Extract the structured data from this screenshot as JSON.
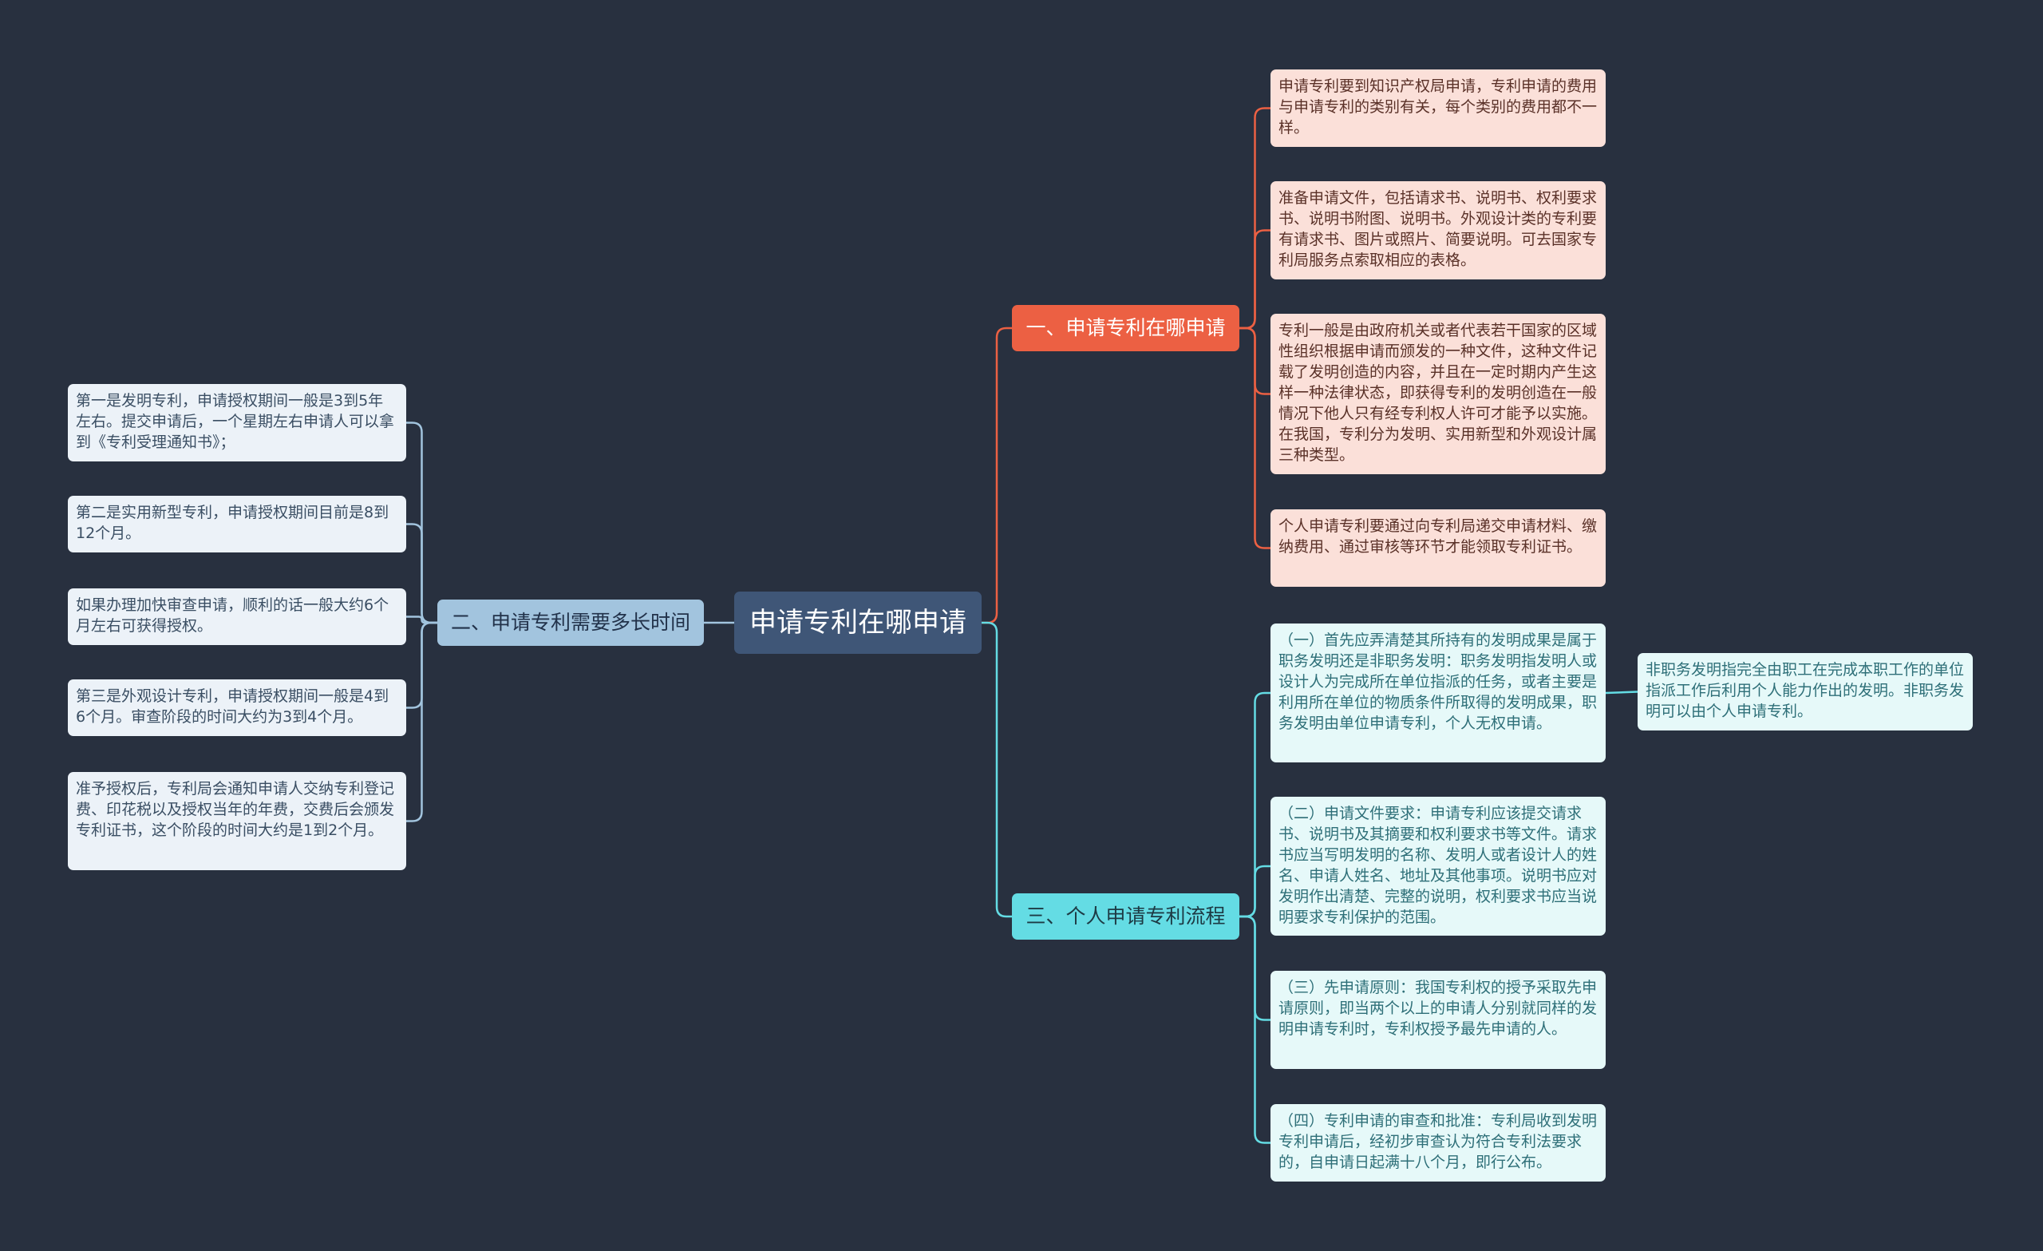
{
  "root": {
    "label": "申请专利在哪申请"
  },
  "branches": {
    "b1": {
      "label": "一、申请专利在哪申请",
      "items": [
        "申请专利要到知识产权局申请，专利申请的费用与申请专利的类别有关，每个类别的费用都不一样。",
        "准备申请文件，包括请求书、说明书、权利要求书、说明书附图、说明书。外观设计类的专利要有请求书、图片或照片、简要说明。可去国家专利局服务点索取相应的表格。",
        "专利一般是由政府机关或者代表若干国家的区域性组织根据申请而颁发的一种文件，这种文件记载了发明创造的内容，并且在一定时期内产生这样一种法律状态，即获得专利的发明创造在一般情况下他人只有经专利权人许可才能予以实施。在我国，专利分为发明、实用新型和外观设计属三种类型。",
        "个人申请专利要通过向专利局递交申请材料、缴纳费用、通过审核等环节才能领取专利证书。"
      ]
    },
    "b2": {
      "label": "二、申请专利需要多长时间",
      "items": [
        "第一是发明专利，申请授权期间一般是3到5年左右。提交申请后，一个星期左右申请人可以拿到《专利受理通知书》；",
        "第二是实用新型专利，申请授权期间目前是8到12个月。",
        "如果办理加快审查申请，顺利的话一般大约6个月左右可获得授权。",
        "第三是外观设计专利，申请授权期间一般是4到6个月。审查阶段的时间大约为3到4个月。",
        "准予授权后，专利局会通知申请人交纳专利登记费、印花税以及授权当年的年费，交费后会颁发专利证书，这个阶段的时间大约是1到2个月。"
      ]
    },
    "b3": {
      "label": "三、个人申请专利流程",
      "items": [
        "（一）首先应弄清楚其所持有的发明成果是属于职务发明还是非职务发明：职务发明指发明人或设计人为完成所在单位指派的任务，或者主要是利用所在单位的物质条件所取得的发明成果，职务发明由单位申请专利，个人无权申请。",
        "（二）申请文件要求：申请专利应该提交请求书、说明书及其摘要和权利要求书等文件。请求书应当写明发明的名称、发明人或者设计人的姓名、申请人姓名、地址及其他事项。说明书应对发明作出清楚、完整的说明，权利要求书应当说明要求专利保护的范围。",
        "（三）先申请原则：我国专利权的授予采取先申请原则，即当两个以上的申请人分别就同样的发明申请专利时，专利权授予最先申请的人。",
        "（四）专利申请的审查和批准：专利局收到发明专利申请后，经初步审查认为符合专利法要求的，自申请日起满十八个月，即行公布。"
      ],
      "sub": "非职务发明指完全由职工在完成本职工作的单位指派工作后利用个人能力作出的发明。非职务发明可以由个人申请专利。"
    }
  },
  "colors": {
    "background": "#28303f",
    "root": "#3f5677",
    "branch1": "#ec6043",
    "branch2": "#a2c4de",
    "branch3": "#64dce4"
  }
}
